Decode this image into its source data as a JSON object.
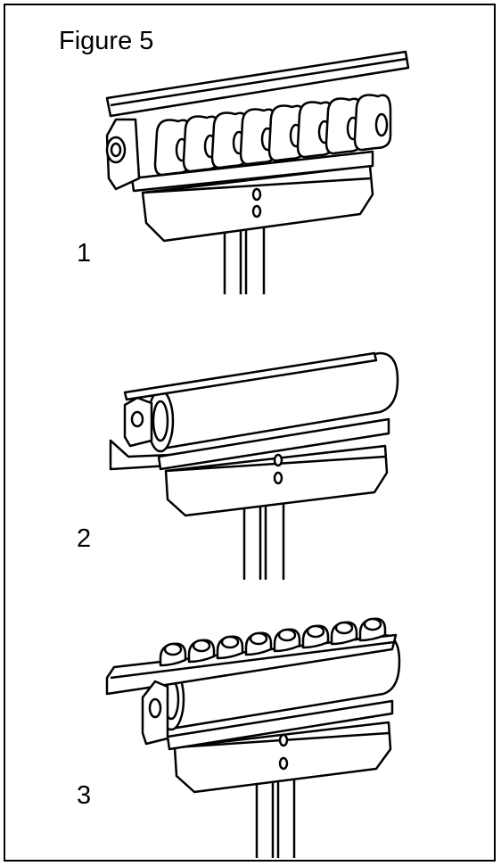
{
  "figure": {
    "title": "Figure 5",
    "panels": [
      {
        "label": "1",
        "type": "ball-transfer-row"
      },
      {
        "label": "2",
        "type": "single-roller"
      },
      {
        "label": "3",
        "type": "roller-with-ball-row"
      }
    ]
  },
  "colors": {
    "line": "#000000",
    "fill": "#ffffff"
  }
}
